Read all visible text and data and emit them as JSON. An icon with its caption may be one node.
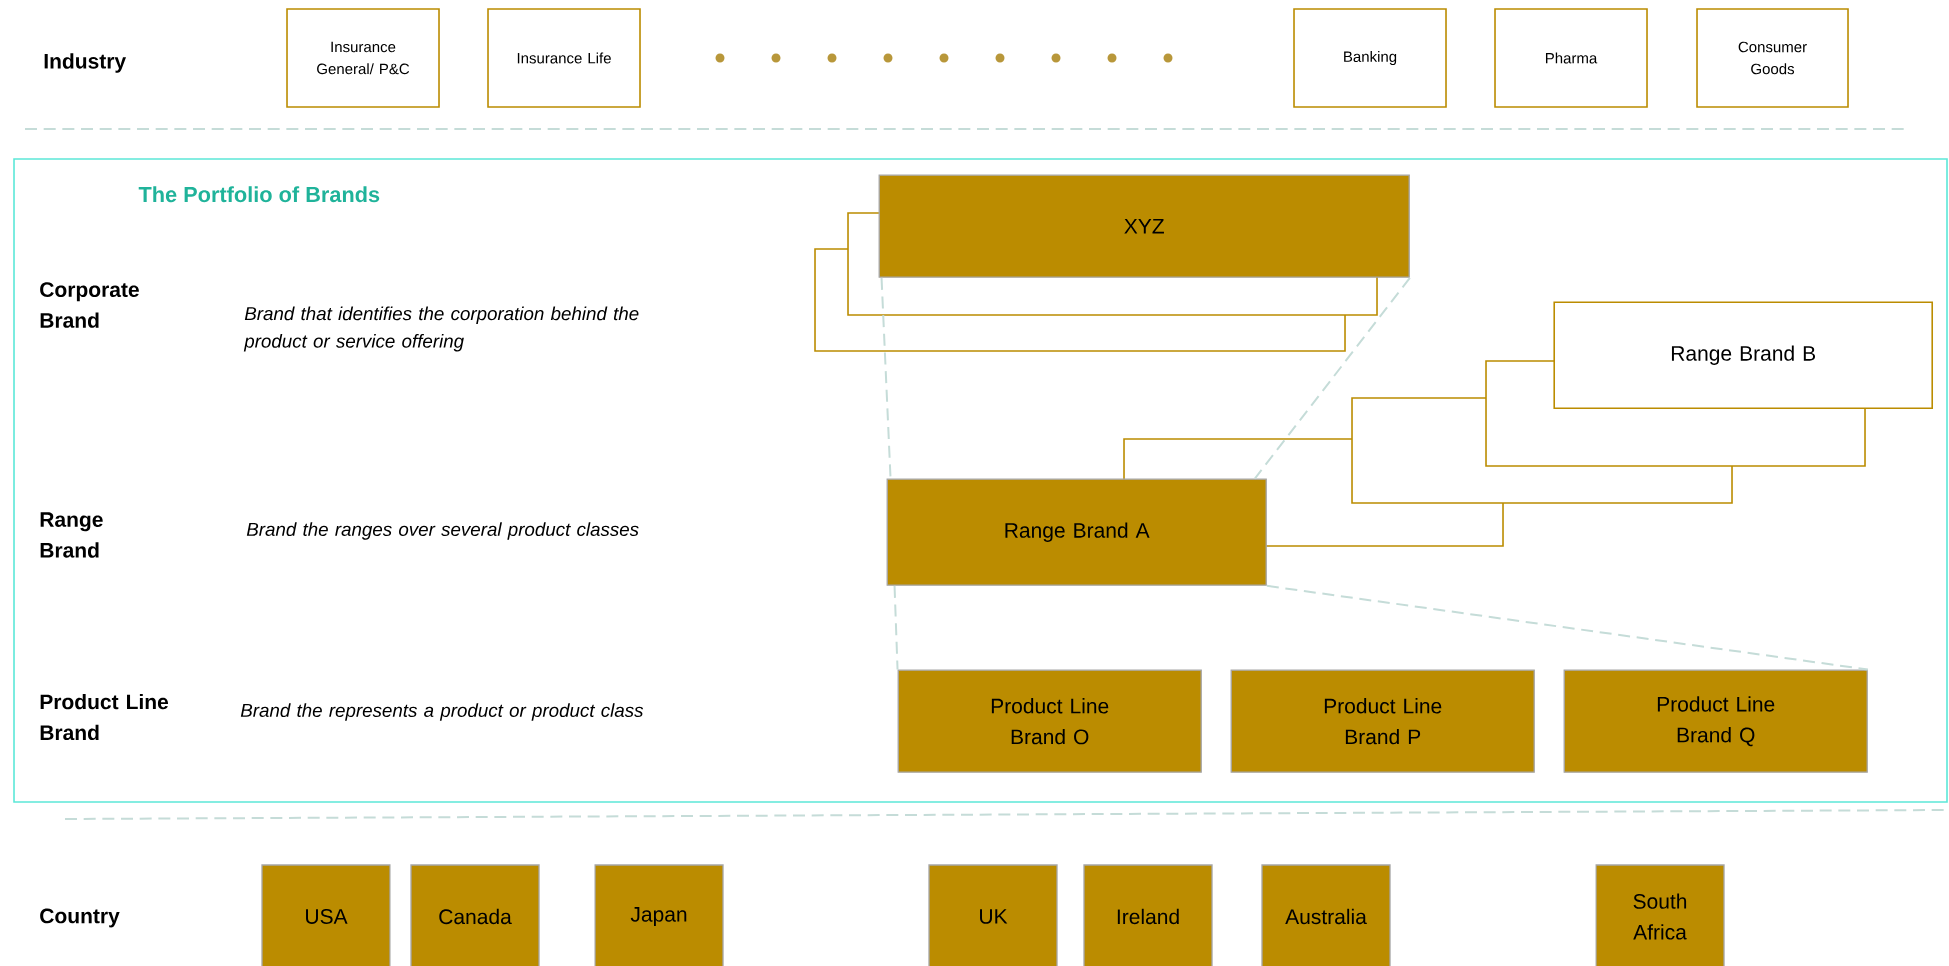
{
  "diagram": {
    "nodes": [
      {
        "text": [
          "Insurance General/ P&C"
        ]
      },
      {
        "text": [
          "Insurance Life"
        ]
      },
      {
        "text": [
          "Banking"
        ]
      },
      {
        "text": [
          "Pharma"
        ]
      },
      {
        "text": [
          "Consumer Goods"
        ]
      },
      {
        "text": [
          "The Portfolio of Brands"
        ]
      },
      {
        "text": [
          "XYZ"
        ],
        "in": 5
      },
      {
        "text": [
          "Range Brand B"
        ],
        "in": 5
      },
      {
        "text": [
          "Range Brand A"
        ],
        "in": 5
      },
      {
        "text": [
          "Product Line Brand O"
        ],
        "in": 5
      },
      {
        "text": [
          "Product Line Brand P"
        ],
        "in": 5
      },
      {
        "text": [
          "Product Line Brand Q"
        ],
        "in": 5
      },
      {
        "text": [
          "USA"
        ]
      },
      {
        "text": [
          "Canada"
        ]
      },
      {
        "text": [
          "Japan"
        ]
      },
      {
        "text": [
          "UK"
        ]
      },
      {
        "text": [
          "Ireland"
        ]
      },
      {
        "text": [
          "Australia"
        ]
      },
      {
        "text": [
          "South Africa"
        ]
      }
    ],
    "edges": [
      {
        "from": 6,
        "to": 8,
        "arrow": "none",
        "style": "dashed"
      },
      {
        "from": 6,
        "to": 8,
        "arrow": "none",
        "style": "dashed"
      },
      {
        "from": 8,
        "to": 9,
        "arrow": "none",
        "style": "dashed"
      },
      {
        "from": 8,
        "to": 11,
        "arrow": "none",
        "style": "dashed"
      }
    ],
    "labels": [
      "Industry",
      "Corporate Brand",
      "Brand that identifies the corporation behind the product or service offering",
      "Range Brand",
      "Brand the ranges over several product classes",
      "Product Line Brand",
      "Brand the represents a product or product class",
      "Country"
    ]
  }
}
